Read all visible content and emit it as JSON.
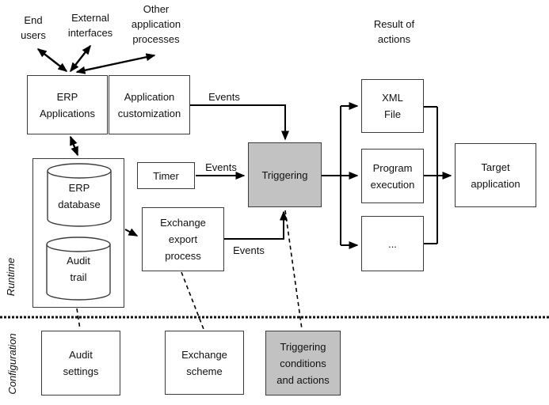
{
  "diagram": {
    "title_note": "Result of\nactions",
    "actors": {
      "end_users": "End\nusers",
      "external_interfaces": "External\ninterfaces",
      "other_application_processes": "Other\napplication\nprocesses"
    },
    "boxes": {
      "erp_applications": "ERP\nApplications",
      "application_customization": "Application\ncustomization",
      "erp_database": "ERP\ndatabase",
      "audit_trail": "Audit\ntrail",
      "timer": "Timer",
      "triggering": "Triggering",
      "exchange_export_process": "Exchange\nexport\nprocess",
      "xml_file": "XML\nFile",
      "program_execution": "Program\nexecution",
      "more_actions": "...",
      "target_application": "Target\napplication",
      "audit_settings": "Audit\nsettings",
      "exchange_scheme": "Exchange\nscheme",
      "triggering_conditions": "Triggering\nconditions\nand actions"
    },
    "edge_labels": {
      "events_customization": "Events",
      "events_timer": "Events",
      "events_export": "Events"
    },
    "sections": {
      "runtime": "Runtime",
      "configuration": "Configuration"
    },
    "colors": {
      "highlight_fill": "#c2c2c2",
      "box_fill": "#ffffff",
      "line": "#000000",
      "border": "#3c3c3c"
    }
  }
}
